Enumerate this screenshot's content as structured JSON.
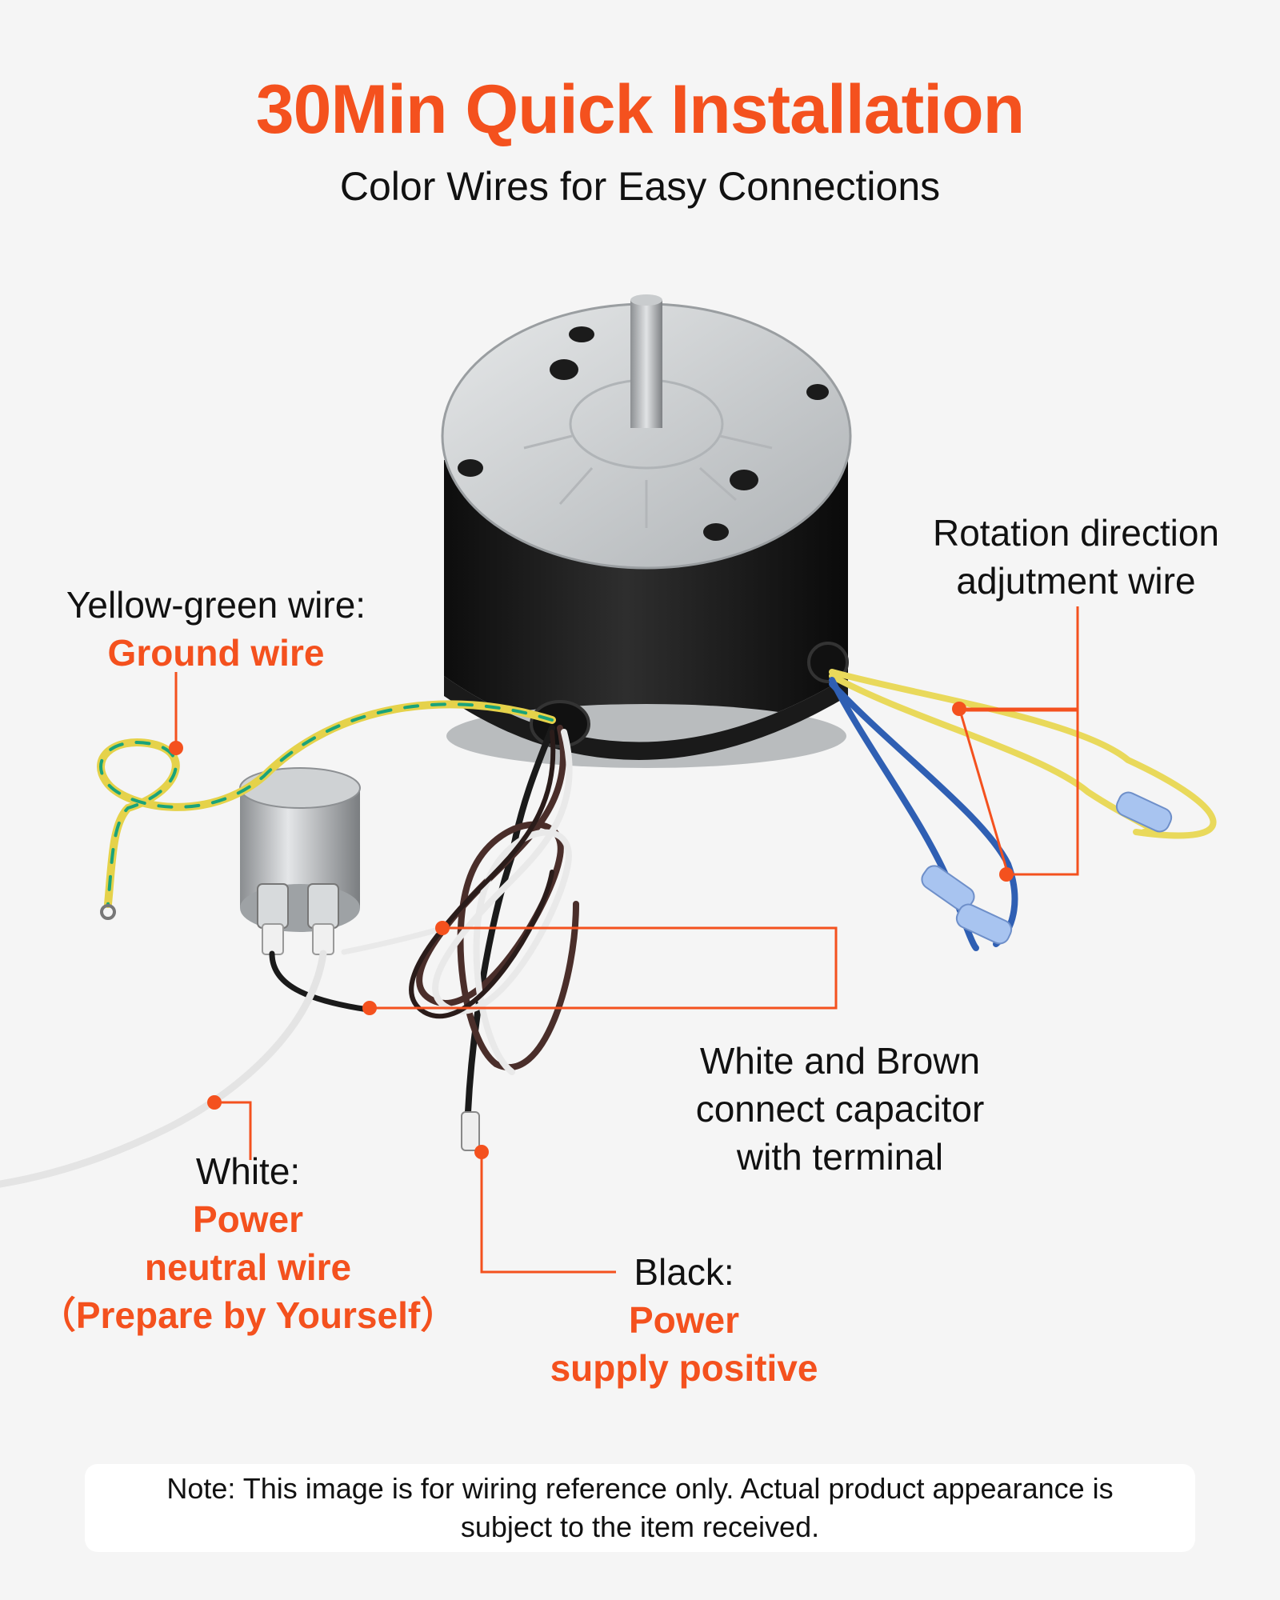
{
  "header": {
    "title": "30Min Quick Installation",
    "subtitle": "Color Wires for Easy Connections"
  },
  "labels": {
    "rotation": {
      "line1": "Rotation direction",
      "line2": "adjutment wire"
    },
    "ground": {
      "name": "Yellow-green wire:",
      "role": "Ground wire"
    },
    "white_brown": {
      "line1": "White and Brown",
      "line2": "connect capacitor",
      "line3": "with terminal"
    },
    "white": {
      "name": "White:",
      "role1": "Power",
      "role2": "neutral wire",
      "role3": "（Prepare by Yourself）"
    },
    "black": {
      "name": "Black:",
      "role1": "Power",
      "role2": "supply positive"
    }
  },
  "note": {
    "text": "Note: This image is for wiring reference only. Actual product appearance is subject to the item received."
  },
  "colors": {
    "accent": "#f4511e",
    "motor_body": "#1c1c1c",
    "motor_cap": "#cfd2d4",
    "wire_yellow": "#e8d44a",
    "wire_green": "#1aa37a",
    "wire_blue": "#2f5fb3",
    "wire_white": "#e9e9e9",
    "wire_brown": "#4a2e2a",
    "wire_black": "#1a1a1a"
  }
}
